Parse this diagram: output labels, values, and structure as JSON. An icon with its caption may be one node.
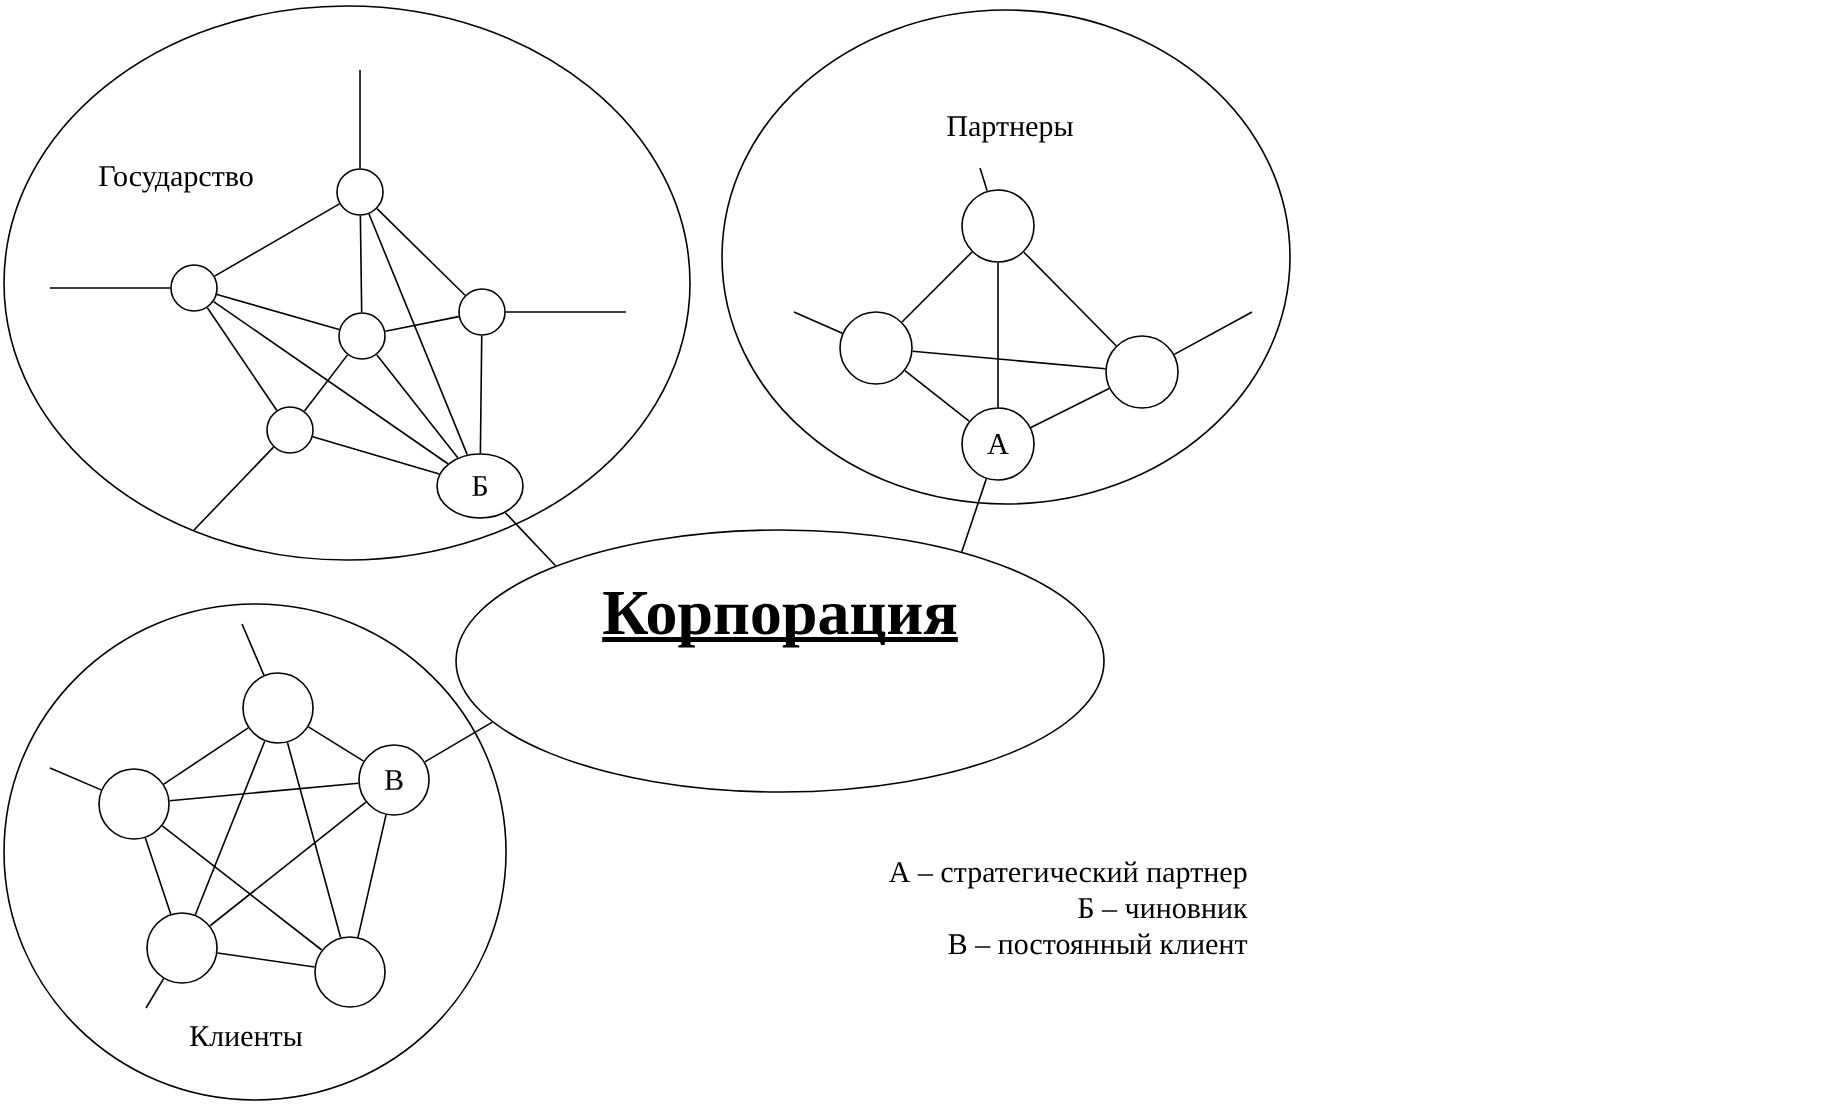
{
  "diagram": {
    "nodes": [
      {
        "text": [
          "Государство"
        ]
      },
      {
        "text": [],
        "shape": "circle",
        "in": 0
      },
      {
        "text": [],
        "shape": "circle",
        "in": 0
      },
      {
        "text": [],
        "shape": "circle",
        "in": 0
      },
      {
        "text": [],
        "shape": "circle",
        "in": 0
      },
      {
        "text": [],
        "shape": "circle",
        "in": 0
      },
      {
        "text": [
          "Б"
        ],
        "in": 0
      },
      {
        "text": [
          "Партнеры"
        ]
      },
      {
        "text": [],
        "shape": "circle",
        "in": 7
      },
      {
        "text": [],
        "shape": "circle",
        "in": 7
      },
      {
        "text": [],
        "shape": "circle",
        "in": 7
      },
      {
        "text": [
          "А"
        ],
        "in": 7
      },
      {
        "text": [
          "Корпорация"
        ]
      },
      {
        "text": [
          "Клиенты"
        ]
      },
      {
        "text": [],
        "shape": "circle",
        "in": 13
      },
      {
        "text": [
          "В"
        ],
        "in": 13
      },
      {
        "text": [],
        "shape": "circle",
        "in": 13
      },
      {
        "text": [],
        "shape": "circle",
        "in": 13
      },
      {
        "text": [],
        "shape": "circle",
        "in": 13
      }
    ],
    "edges": [
      {
        "from": 1,
        "to": 2,
        "arrow": "none"
      },
      {
        "from": 1,
        "to": 3,
        "arrow": "none"
      },
      {
        "from": 1,
        "to": 4,
        "arrow": "none"
      },
      {
        "from": 1,
        "to": 6,
        "arrow": "none"
      },
      {
        "from": 2,
        "to": 4,
        "arrow": "none"
      },
      {
        "from": 2,
        "to": 5,
        "arrow": "none"
      },
      {
        "from": 2,
        "to": 6,
        "arrow": "none"
      },
      {
        "from": 3,
        "to": 4,
        "arrow": "none"
      },
      {
        "from": 3,
        "to": 6,
        "arrow": "none"
      },
      {
        "from": 4,
        "to": 5,
        "arrow": "none"
      },
      {
        "from": 4,
        "to": 6,
        "arrow": "none"
      },
      {
        "from": 5,
        "to": 6,
        "arrow": "none"
      },
      {
        "from": 1,
        "to": null,
        "arrow": "none"
      },
      {
        "from": 2,
        "to": null,
        "arrow": "none"
      },
      {
        "from": 3,
        "to": null,
        "arrow": "none"
      },
      {
        "from": 5,
        "to": null,
        "arrow": "none"
      },
      {
        "from": 6,
        "to": 12,
        "arrow": "none"
      },
      {
        "from": 8,
        "to": 9,
        "arrow": "none"
      },
      {
        "from": 8,
        "to": 10,
        "arrow": "none"
      },
      {
        "from": 8,
        "to": 11,
        "arrow": "none"
      },
      {
        "from": 9,
        "to": 10,
        "arrow": "none"
      },
      {
        "from": 9,
        "to": 11,
        "arrow": "none"
      },
      {
        "from": 10,
        "to": 11,
        "arrow": "none"
      },
      {
        "from": 8,
        "to": null,
        "arrow": "none"
      },
      {
        "from": 9,
        "to": null,
        "arrow": "none"
      },
      {
        "from": 10,
        "to": null,
        "arrow": "none"
      },
      {
        "from": 11,
        "to": 12,
        "arrow": "none"
      },
      {
        "from": 14,
        "to": 15,
        "arrow": "none"
      },
      {
        "from": 14,
        "to": 16,
        "arrow": "none"
      },
      {
        "from": 14,
        "to": 17,
        "arrow": "none"
      },
      {
        "from": 14,
        "to": 18,
        "arrow": "none"
      },
      {
        "from": 15,
        "to": 16,
        "arrow": "none"
      },
      {
        "from": 15,
        "to": 17,
        "arrow": "none"
      },
      {
        "from": 15,
        "to": 18,
        "arrow": "none"
      },
      {
        "from": 16,
        "to": 17,
        "arrow": "none"
      },
      {
        "from": 16,
        "to": 18,
        "arrow": "none"
      },
      {
        "from": 17,
        "to": 18,
        "arrow": "none"
      },
      {
        "from": 14,
        "to": null,
        "arrow": "none"
      },
      {
        "from": 16,
        "to": null,
        "arrow": "none"
      },
      {
        "from": 17,
        "to": null,
        "arrow": "none"
      },
      {
        "from": 15,
        "to": 12,
        "arrow": "none"
      }
    ],
    "labels": [
      "А – стратегический партнер",
      "Б – чиновник",
      "В – постоянный клиент"
    ]
  }
}
